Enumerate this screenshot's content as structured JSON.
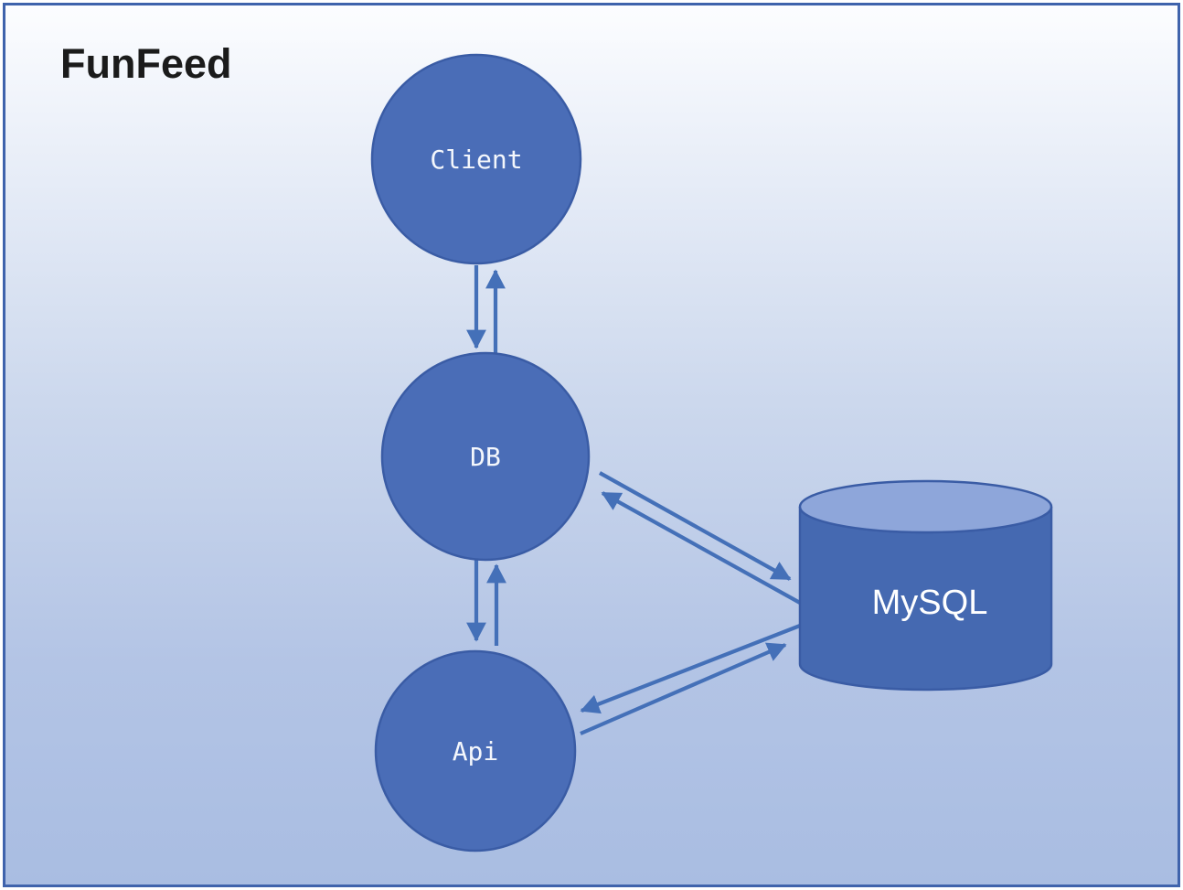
{
  "title": "FunFeed",
  "nodes": {
    "client": {
      "label": "Client",
      "shape": "circle"
    },
    "db": {
      "label": "DB",
      "shape": "circle"
    },
    "api": {
      "label": "Api",
      "shape": "circle"
    },
    "mysql": {
      "label": "MySQL",
      "shape": "cylinder"
    }
  },
  "edges": [
    {
      "from": "client",
      "to": "db"
    },
    {
      "from": "db",
      "to": "client"
    },
    {
      "from": "db",
      "to": "api"
    },
    {
      "from": "api",
      "to": "db"
    },
    {
      "from": "db",
      "to": "mysql"
    },
    {
      "from": "mysql",
      "to": "db"
    },
    {
      "from": "mysql",
      "to": "api"
    },
    {
      "from": "api",
      "to": "mysql"
    }
  ],
  "colors": {
    "node_fill": "#4a6db7",
    "node_border": "#3a5ca5",
    "cylinder_top_fill": "#8ea6da",
    "cylinder_body_fill": "#4569b1",
    "arrow": "#4470b8",
    "label_text": "#f4f7fc",
    "title_text": "#1b1b1b",
    "background_top": "#fcfdff",
    "background_bottom": "#a9bde2",
    "frame_border": "#3f63ac"
  }
}
